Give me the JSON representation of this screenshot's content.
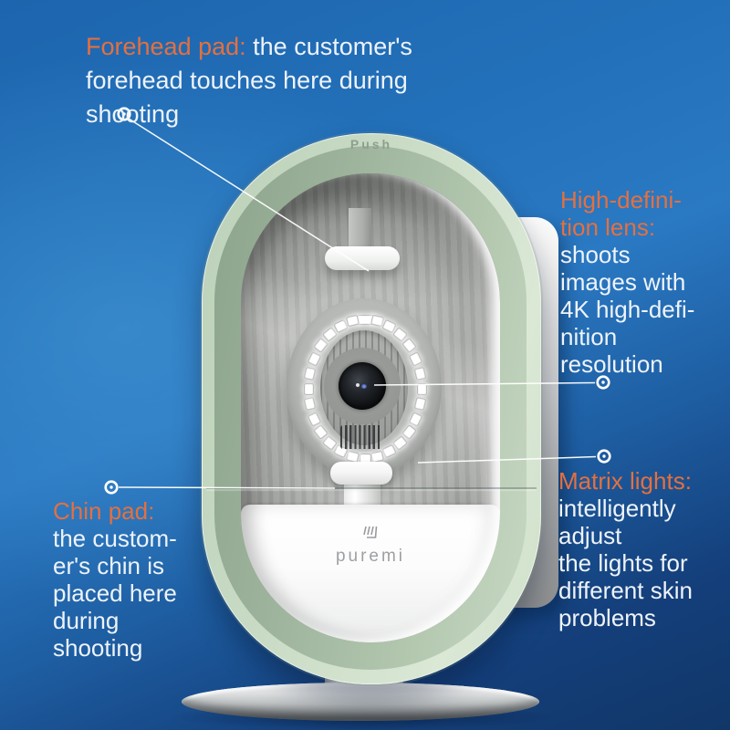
{
  "colors": {
    "accent_orange": "#e4703f",
    "text_white": "#eef3f9",
    "background_blue_top": "#2a79c3",
    "background_blue_bottom": "#113768",
    "device_mint": "#c9dbc5"
  },
  "annotations": {
    "forehead": {
      "label": "Forehead pad:",
      "body": "the customer's\nforehead touches here during\nshooting"
    },
    "highdef": {
      "label": "High-defini-\ntion lens:",
      "body": "shoots\nimages with\n4K high-defi-\nnition\nresolution"
    },
    "matrix": {
      "label": "Matrix lights:",
      "body": "intelligently\nadjust\nthe lights for\ndifferent skin\nproblems"
    },
    "chin": {
      "label": "Chin pad:",
      "body": "the custom-\ner's chin is\nplaced here\nduring\nshooting"
    }
  },
  "device": {
    "push_label": "Push",
    "brand": "puremi"
  }
}
